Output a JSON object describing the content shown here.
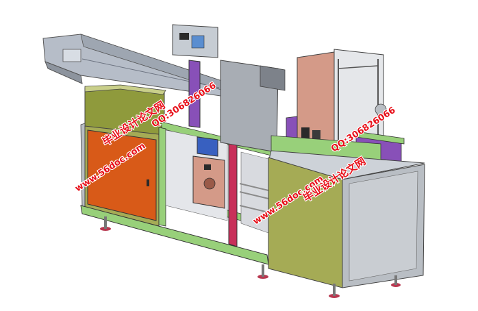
{
  "watermarks": {
    "left_site": "www.56doc.com",
    "left_brand": "毕业设计论文网",
    "left_qq": "QQ:306826066",
    "right_site": "www.56doc.com",
    "right_brand": "毕业设计论文网",
    "right_qq": "QQ:306826066"
  },
  "colors": {
    "background": "#ffffff",
    "olive_panel": "#8f9a3c",
    "grey_panel": "#b9bec4",
    "orange_door": "#d85a18",
    "green_frame": "#98d07a",
    "pink_post": "#c8305a",
    "salmon_module": "#d49a88",
    "purple_part": "#8850b8",
    "blue_part": "#3860c0",
    "feet": "#b83850",
    "watermark": "#e8101a"
  }
}
